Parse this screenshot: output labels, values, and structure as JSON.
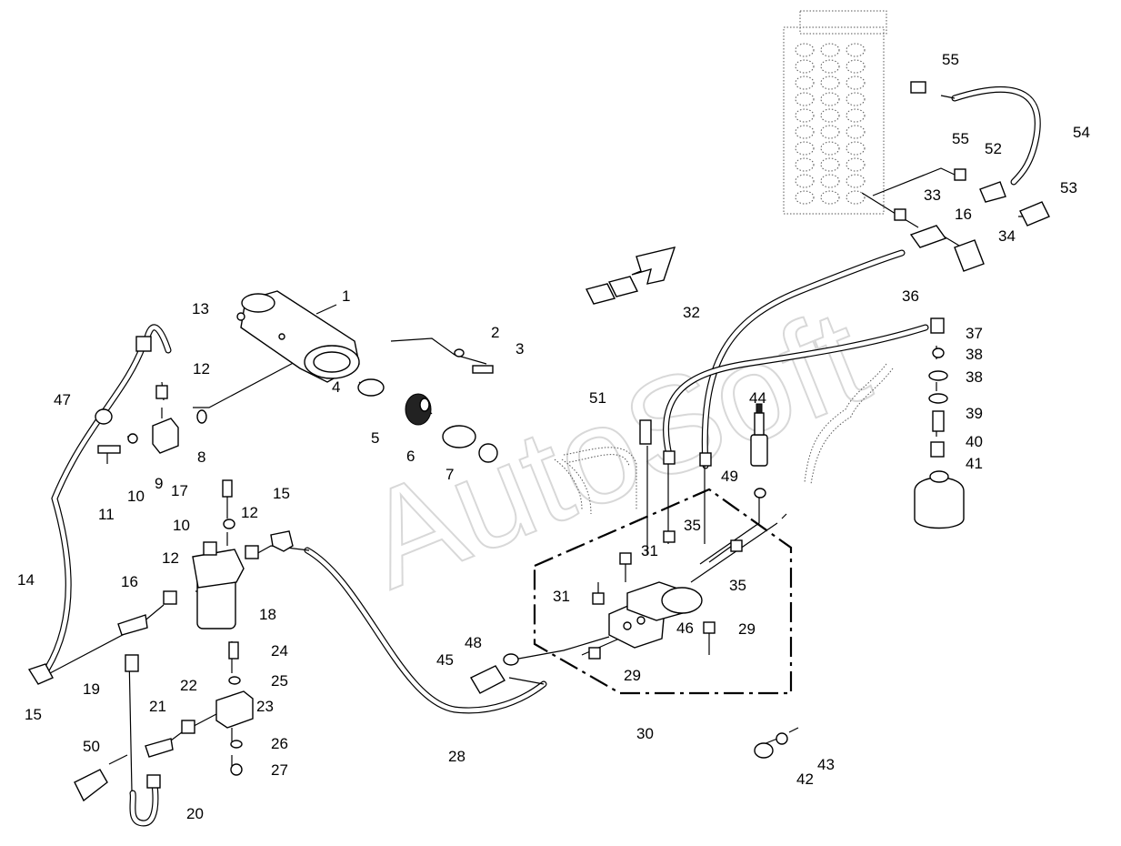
{
  "watermark": "AutoSoft",
  "labels": [
    {
      "id": "l1",
      "text": "1"
    },
    {
      "id": "l2",
      "text": "2"
    },
    {
      "id": "l3",
      "text": "3"
    },
    {
      "id": "l4",
      "text": "4"
    },
    {
      "id": "l5",
      "text": "5"
    },
    {
      "id": "l6",
      "text": "6"
    },
    {
      "id": "l7",
      "text": "7"
    },
    {
      "id": "l8",
      "text": "8"
    },
    {
      "id": "l9",
      "text": "9"
    },
    {
      "id": "l10a",
      "text": "10"
    },
    {
      "id": "l10b",
      "text": "10"
    },
    {
      "id": "l11",
      "text": "11"
    },
    {
      "id": "l12a",
      "text": "12"
    },
    {
      "id": "l12b",
      "text": "12"
    },
    {
      "id": "l12c",
      "text": "12"
    },
    {
      "id": "l13",
      "text": "13"
    },
    {
      "id": "l14",
      "text": "14"
    },
    {
      "id": "l15a",
      "text": "15"
    },
    {
      "id": "l15b",
      "text": "15"
    },
    {
      "id": "l16a",
      "text": "16"
    },
    {
      "id": "l16b",
      "text": "16"
    },
    {
      "id": "l17",
      "text": "17"
    },
    {
      "id": "l18",
      "text": "18"
    },
    {
      "id": "l19",
      "text": "19"
    },
    {
      "id": "l20",
      "text": "20"
    },
    {
      "id": "l21",
      "text": "21"
    },
    {
      "id": "l22",
      "text": "22"
    },
    {
      "id": "l23",
      "text": "23"
    },
    {
      "id": "l24",
      "text": "24"
    },
    {
      "id": "l25",
      "text": "25"
    },
    {
      "id": "l26",
      "text": "26"
    },
    {
      "id": "l27",
      "text": "27"
    },
    {
      "id": "l28",
      "text": "28"
    },
    {
      "id": "l29a",
      "text": "29"
    },
    {
      "id": "l29b",
      "text": "29"
    },
    {
      "id": "l30",
      "text": "30"
    },
    {
      "id": "l31a",
      "text": "31"
    },
    {
      "id": "l31b",
      "text": "31"
    },
    {
      "id": "l32",
      "text": "32"
    },
    {
      "id": "l33",
      "text": "33"
    },
    {
      "id": "l34",
      "text": "34"
    },
    {
      "id": "l35a",
      "text": "35"
    },
    {
      "id": "l35b",
      "text": "35"
    },
    {
      "id": "l36",
      "text": "36"
    },
    {
      "id": "l37",
      "text": "37"
    },
    {
      "id": "l38a",
      "text": "38"
    },
    {
      "id": "l38b",
      "text": "38"
    },
    {
      "id": "l39",
      "text": "39"
    },
    {
      "id": "l40",
      "text": "40"
    },
    {
      "id": "l41",
      "text": "41"
    },
    {
      "id": "l42",
      "text": "42"
    },
    {
      "id": "l43",
      "text": "43"
    },
    {
      "id": "l44",
      "text": "44"
    },
    {
      "id": "l45",
      "text": "45"
    },
    {
      "id": "l46",
      "text": "46"
    },
    {
      "id": "l47",
      "text": "47"
    },
    {
      "id": "l48",
      "text": "48"
    },
    {
      "id": "l49",
      "text": "49"
    },
    {
      "id": "l50",
      "text": "50"
    },
    {
      "id": "l51",
      "text": "51"
    },
    {
      "id": "l52",
      "text": "52"
    },
    {
      "id": "l53",
      "text": "53"
    },
    {
      "id": "l54",
      "text": "54"
    },
    {
      "id": "l55a",
      "text": "55"
    },
    {
      "id": "l55b",
      "text": "55"
    }
  ]
}
